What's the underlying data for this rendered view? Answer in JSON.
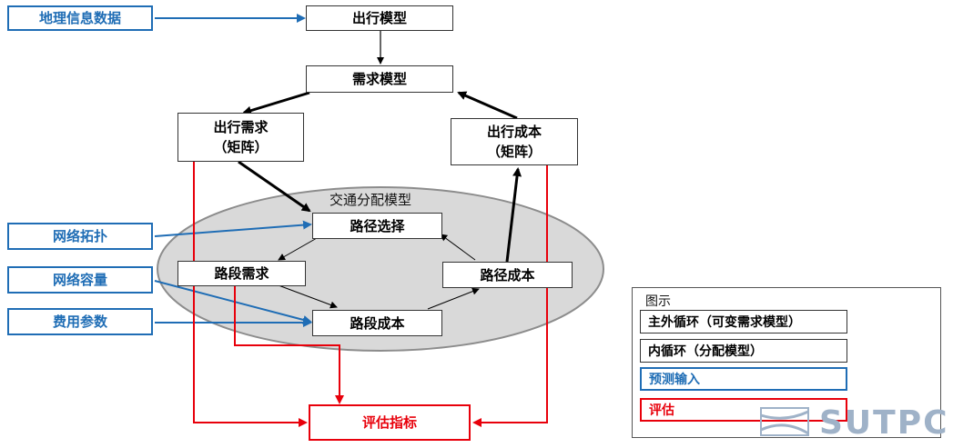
{
  "inputs": {
    "geo": "地理信息数据",
    "network_topology": "网络拓扑",
    "network_capacity": "网络容量",
    "cost_params": "费用参数"
  },
  "nodes": {
    "travel_model": "出行模型",
    "demand_model": "需求模型",
    "travel_demand": "出行需求",
    "travel_demand_sub": "（矩阵）",
    "travel_cost": "出行成本",
    "travel_cost_sub": "（矩阵）",
    "route_choice": "路径选择",
    "link_demand": "路段需求",
    "route_cost": "路径成本",
    "link_cost": "路段成本",
    "evaluation": "评估指标"
  },
  "assignment_label": "交通分配模型",
  "legend": {
    "title": "图示",
    "outer_loop": "主外循环（可变需求模型）",
    "inner_loop": "内循环（分配模型）",
    "forecast_input": "预测输入",
    "evaluation": "评估"
  },
  "colors": {
    "blue": "#1f6db5",
    "red": "#e8000b",
    "black": "#000000",
    "ellipse_fill": "#d9d9d9"
  },
  "watermark": "SUTPC"
}
